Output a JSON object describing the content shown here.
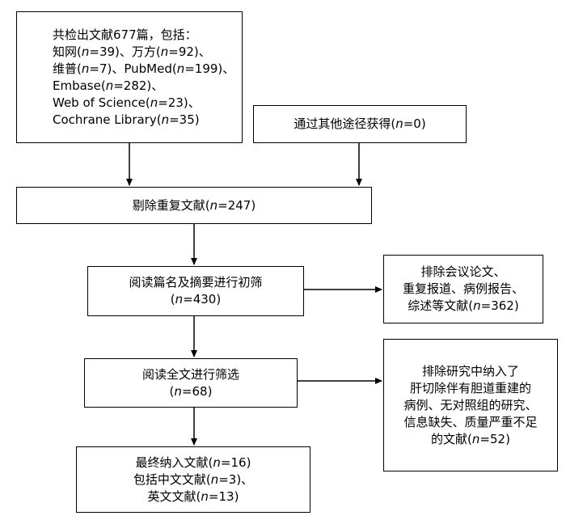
{
  "boxes": {
    "identified": {
      "lines": [
        {
          "pre": "共检出文献677篇，包括："
        },
        {
          "pre": "知网(",
          "n": "n",
          "post": "=39)、万方(",
          "n2": "n",
          "post2": "=92)、"
        },
        {
          "pre": "维普(",
          "n": "n",
          "post": "=7)、PubMed(",
          "n2": "n",
          "post2": "=199)、"
        },
        {
          "pre": "Embase(",
          "n": "n",
          "post": "=282)、"
        },
        {
          "pre": "Web of Science(",
          "n": "n",
          "post": "=23)、"
        },
        {
          "pre": "Cochrane Library(",
          "n": "n",
          "post": "=35)"
        }
      ]
    },
    "other_sources": {
      "lines": [
        {
          "pre": "通过其他途径获得(",
          "n": "n",
          "post": "=0)"
        }
      ]
    },
    "duplicates_removed": {
      "lines": [
        {
          "pre": "剔除重复文献(",
          "n": "n",
          "post": "=247)"
        }
      ]
    },
    "title_abstract_screen": {
      "lines": [
        {
          "pre": "阅读篇名及摘要进行初筛"
        },
        {
          "pre": "(",
          "n": "n",
          "post": "=430)"
        }
      ]
    },
    "excluded_1": {
      "lines": [
        {
          "pre": "排除会议论文、"
        },
        {
          "pre": "重复报道、病例报告、"
        },
        {
          "pre": "综述等文献(",
          "n": "n",
          "post": "=362)"
        }
      ]
    },
    "fulltext_screen": {
      "lines": [
        {
          "pre": "阅读全文进行筛选"
        },
        {
          "pre": "(",
          "n": "n",
          "post": "=68)"
        }
      ]
    },
    "excluded_2": {
      "lines": [
        {
          "pre": "排除研究中纳入了"
        },
        {
          "pre": "肝切除伴有胆道重建的"
        },
        {
          "pre": "病例、无对照组的研究、"
        },
        {
          "pre": "信息缺失、质量严重不足"
        },
        {
          "pre": "的文献(",
          "n": "n",
          "post": "=52)"
        }
      ]
    },
    "included": {
      "lines": [
        {
          "pre": "最终纳入文献(",
          "n": "n",
          "post": "=16)"
        },
        {
          "pre": "包括中文文献(",
          "n": "n",
          "post": "=3)、"
        },
        {
          "pre": "英文文献(",
          "n": "n",
          "post": "=13)"
        }
      ]
    }
  },
  "colors": {
    "stroke": "#000000",
    "background": "#ffffff",
    "text": "#000000"
  }
}
